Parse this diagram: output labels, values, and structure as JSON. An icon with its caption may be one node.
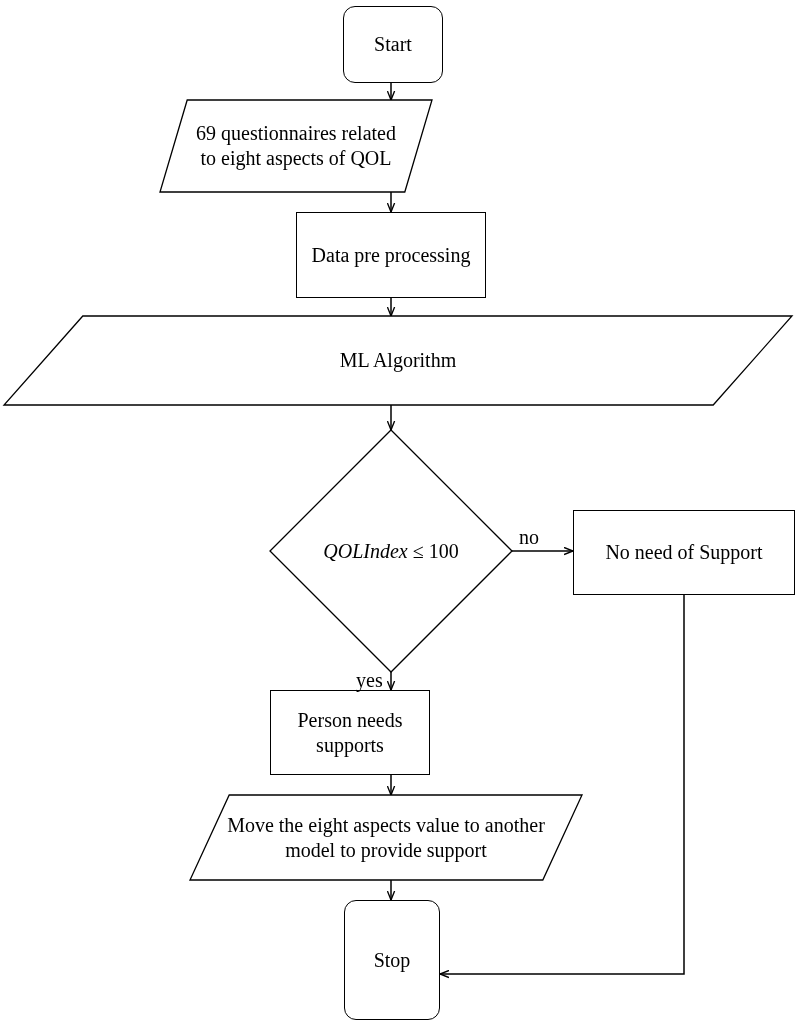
{
  "diagram": {
    "nodes": [
      {
        "text": [
          "Start"
        ]
      },
      {
        "text": [
          "69 questionnaires related to eight aspects of QOL"
        ]
      },
      {
        "text": [
          "Data pre processing"
        ]
      },
      {
        "text": [
          "ML Algorithm"
        ]
      },
      {
        "text": [
          "*QOLIndex* ≤ 100"
        ]
      },
      {
        "text": [
          "No need of Support"
        ]
      },
      {
        "text": [
          "Person needs supports"
        ]
      },
      {
        "text": [
          "Move the eight aspects value to another model to provide support"
        ]
      },
      {
        "text": [
          "Stop"
        ]
      }
    ],
    "edges": [
      {
        "from": 0,
        "to": 1,
        "arrow": "to"
      },
      {
        "from": 1,
        "to": 2,
        "arrow": "to"
      },
      {
        "from": 2,
        "to": 3,
        "arrow": "to"
      },
      {
        "from": 3,
        "to": 4,
        "arrow": "to"
      },
      {
        "from": 4,
        "to": 5,
        "arrow": "to",
        "label": "no"
      },
      {
        "from": 4,
        "to": 6,
        "arrow": "to",
        "label": "yes"
      },
      {
        "from": 6,
        "to": 7,
        "arrow": "to"
      },
      {
        "from": 7,
        "to": 8,
        "arrow": "to"
      },
      {
        "from": 5,
        "to": 8,
        "arrow": "to"
      }
    ]
  }
}
